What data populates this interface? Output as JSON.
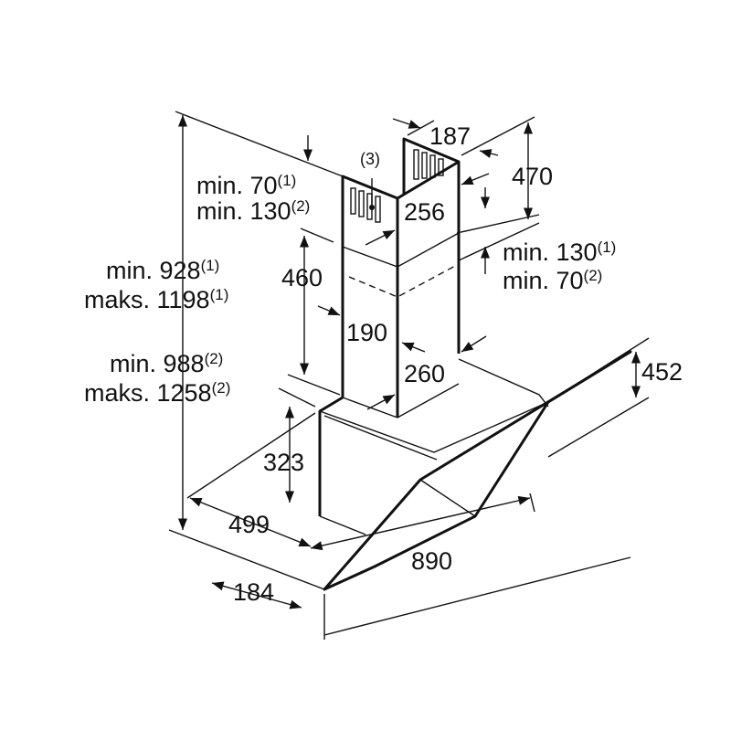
{
  "labels": {
    "w187": "187",
    "h470": "470",
    "note3": "(3)",
    "top_min70": "min. 70",
    "top_min70_sup": "(1)",
    "top_min130": "min. 130",
    "top_min130_sup": "(2)",
    "d256": "256",
    "side_min130": "min. 130",
    "side_min130_sup": "(1)",
    "side_min70": "min. 70",
    "side_min70_sup": "(2)",
    "h460": "460",
    "min928": "min. 928",
    "min928_sup": "(1)",
    "maks1198": "maks. 1198",
    "maks1198_sup": "(1)",
    "w190": "190",
    "min988": "min. 988",
    "min988_sup": "(2)",
    "maks1258": "maks. 1258",
    "maks1258_sup": "(2)",
    "d260": "260",
    "h452": "452",
    "h323": "323",
    "d499": "499",
    "w890": "890",
    "d184": "184"
  }
}
